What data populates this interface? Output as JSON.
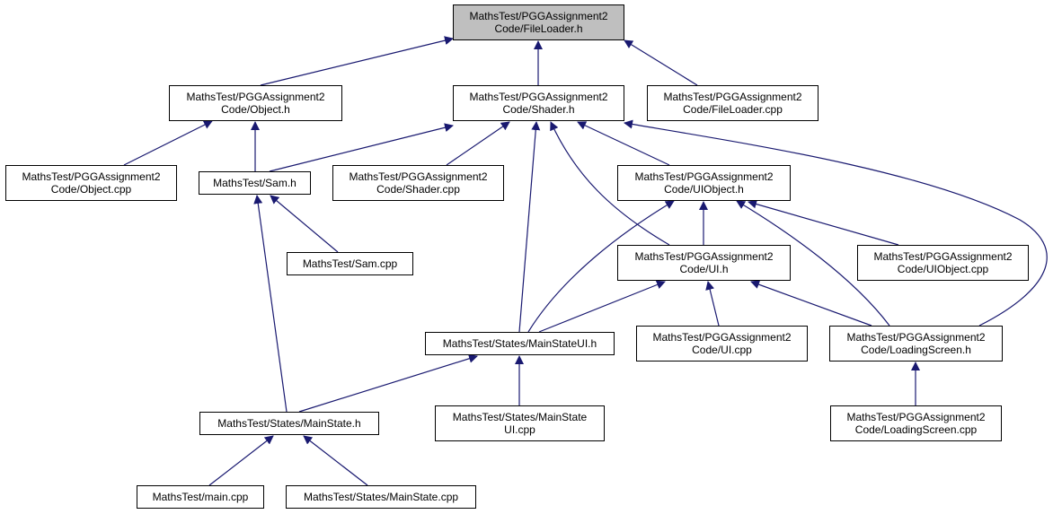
{
  "diagram": {
    "edge_color": "#191970",
    "root_fill": "#bfbfbf",
    "nodes": [
      {
        "id": "fileloader_h",
        "lines": [
          "MathsTest/PGGAssignment2",
          "Code/FileLoader.h"
        ]
      },
      {
        "id": "object_h",
        "lines": [
          "MathsTest/PGGAssignment2",
          "Code/Object.h"
        ]
      },
      {
        "id": "shader_h",
        "lines": [
          "MathsTest/PGGAssignment2",
          "Code/Shader.h"
        ]
      },
      {
        "id": "fileloader_cpp",
        "lines": [
          "MathsTest/PGGAssignment2",
          "Code/FileLoader.cpp"
        ]
      },
      {
        "id": "object_cpp",
        "lines": [
          "MathsTest/PGGAssignment2",
          "Code/Object.cpp"
        ]
      },
      {
        "id": "sam_h",
        "lines": [
          "MathsTest/Sam.h"
        ]
      },
      {
        "id": "shader_cpp",
        "lines": [
          "MathsTest/PGGAssignment2",
          "Code/Shader.cpp"
        ]
      },
      {
        "id": "uiobject_h",
        "lines": [
          "MathsTest/PGGAssignment2",
          "Code/UIObject.h"
        ]
      },
      {
        "id": "sam_cpp",
        "lines": [
          "MathsTest/Sam.cpp"
        ]
      },
      {
        "id": "ui_h",
        "lines": [
          "MathsTest/PGGAssignment2",
          "Code/UI.h"
        ]
      },
      {
        "id": "uiobject_cpp",
        "lines": [
          "MathsTest/PGGAssignment2",
          "Code/UIObject.cpp"
        ]
      },
      {
        "id": "mainstateui_h",
        "lines": [
          "MathsTest/States/MainStateUI.h"
        ]
      },
      {
        "id": "ui_cpp",
        "lines": [
          "MathsTest/PGGAssignment2",
          "Code/UI.cpp"
        ]
      },
      {
        "id": "loadingscreen_h",
        "lines": [
          "MathsTest/PGGAssignment2",
          "Code/LoadingScreen.h"
        ]
      },
      {
        "id": "mainstate_h",
        "lines": [
          "MathsTest/States/MainState.h"
        ]
      },
      {
        "id": "mainstateui_cpp",
        "lines": [
          "MathsTest/States/MainState",
          "UI.cpp"
        ]
      },
      {
        "id": "loadingscreen_cpp",
        "lines": [
          "MathsTest/PGGAssignment2",
          "Code/LoadingScreen.cpp"
        ]
      },
      {
        "id": "main_cpp",
        "lines": [
          "MathsTest/main.cpp"
        ]
      },
      {
        "id": "mainstate_cpp",
        "lines": [
          "MathsTest/States/MainState.cpp"
        ]
      }
    ],
    "edges": [
      {
        "from": "object_h",
        "to": "fileloader_h"
      },
      {
        "from": "shader_h",
        "to": "fileloader_h"
      },
      {
        "from": "fileloader_cpp",
        "to": "fileloader_h"
      },
      {
        "from": "object_cpp",
        "to": "object_h"
      },
      {
        "from": "sam_h",
        "to": "object_h"
      },
      {
        "from": "sam_h",
        "to": "shader_h"
      },
      {
        "from": "shader_cpp",
        "to": "shader_h"
      },
      {
        "from": "mainstateui_h",
        "to": "shader_h"
      },
      {
        "from": "ui_h",
        "to": "shader_h"
      },
      {
        "from": "uiobject_h",
        "to": "shader_h"
      },
      {
        "from": "loadingscreen_h",
        "to": "shader_h"
      },
      {
        "from": "sam_cpp",
        "to": "sam_h"
      },
      {
        "from": "mainstate_h",
        "to": "sam_h"
      },
      {
        "from": "ui_h",
        "to": "uiobject_h"
      },
      {
        "from": "mainstateui_h",
        "to": "uiobject_h"
      },
      {
        "from": "uiobject_cpp",
        "to": "uiobject_h"
      },
      {
        "from": "loadingscreen_h",
        "to": "uiobject_h"
      },
      {
        "from": "mainstateui_h",
        "to": "ui_h"
      },
      {
        "from": "ui_cpp",
        "to": "ui_h"
      },
      {
        "from": "loadingscreen_h",
        "to": "ui_h"
      },
      {
        "from": "mainstate_h",
        "to": "mainstateui_h"
      },
      {
        "from": "mainstateui_cpp",
        "to": "mainstateui_h"
      },
      {
        "from": "loadingscreen_cpp",
        "to": "loadingscreen_h"
      },
      {
        "from": "main_cpp",
        "to": "mainstate_h"
      },
      {
        "from": "mainstate_cpp",
        "to": "mainstate_h"
      }
    ]
  }
}
